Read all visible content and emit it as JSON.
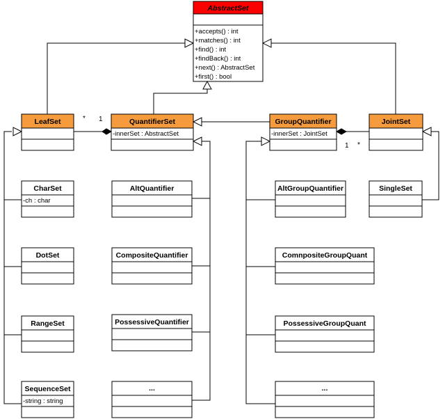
{
  "classes": {
    "abstract_set": {
      "name": "AbstractSet",
      "methods": [
        "+accepts() : int",
        "+matches() : int",
        "+find() : int",
        "+findBack() : int",
        "+next() : AbstractSet",
        "+first() : bool"
      ]
    },
    "leaf_set": {
      "name": "LeafSet"
    },
    "quantifier_set": {
      "name": "QuantifierSet",
      "attribute": "-innerSet : AbstractSet"
    },
    "group_quantifier": {
      "name": "GroupQuantifier",
      "attribute": "-innerSet : JointSet"
    },
    "joint_set": {
      "name": "JointSet"
    },
    "char_set": {
      "name": "CharSet",
      "attribute": "-ch : char"
    },
    "dot_set": {
      "name": "DotSet"
    },
    "range_set": {
      "name": "RangeSet"
    },
    "sequence_set": {
      "name": "SequenceSet",
      "attribute": "-string : string"
    },
    "alt_quantifier": {
      "name": "AltQuantifier"
    },
    "composite_quantifier": {
      "name": "CompositeQuantifier"
    },
    "possessive_quantifier": {
      "name": "PossessiveQuantifier"
    },
    "quantifier_more": {
      "name": "..."
    },
    "alt_group_quantifier": {
      "name": "AltGroupQuantifier"
    },
    "composite_group_quant": {
      "name": "ComnpositeGroupQuant"
    },
    "possessive_group_quant": {
      "name": "PossessiveGroupQuant"
    },
    "group_more": {
      "name": "..."
    },
    "single_set": {
      "name": "SingleSet"
    }
  },
  "multiplicities": {
    "leaf_side": "*",
    "quantifier_side": "1",
    "group_side": "1",
    "joint_side": "*"
  },
  "colors": {
    "header_abstract": "#ff0000",
    "header_base": "#f59a3d",
    "header_plain": "#ffffff",
    "border": "#000000"
  }
}
